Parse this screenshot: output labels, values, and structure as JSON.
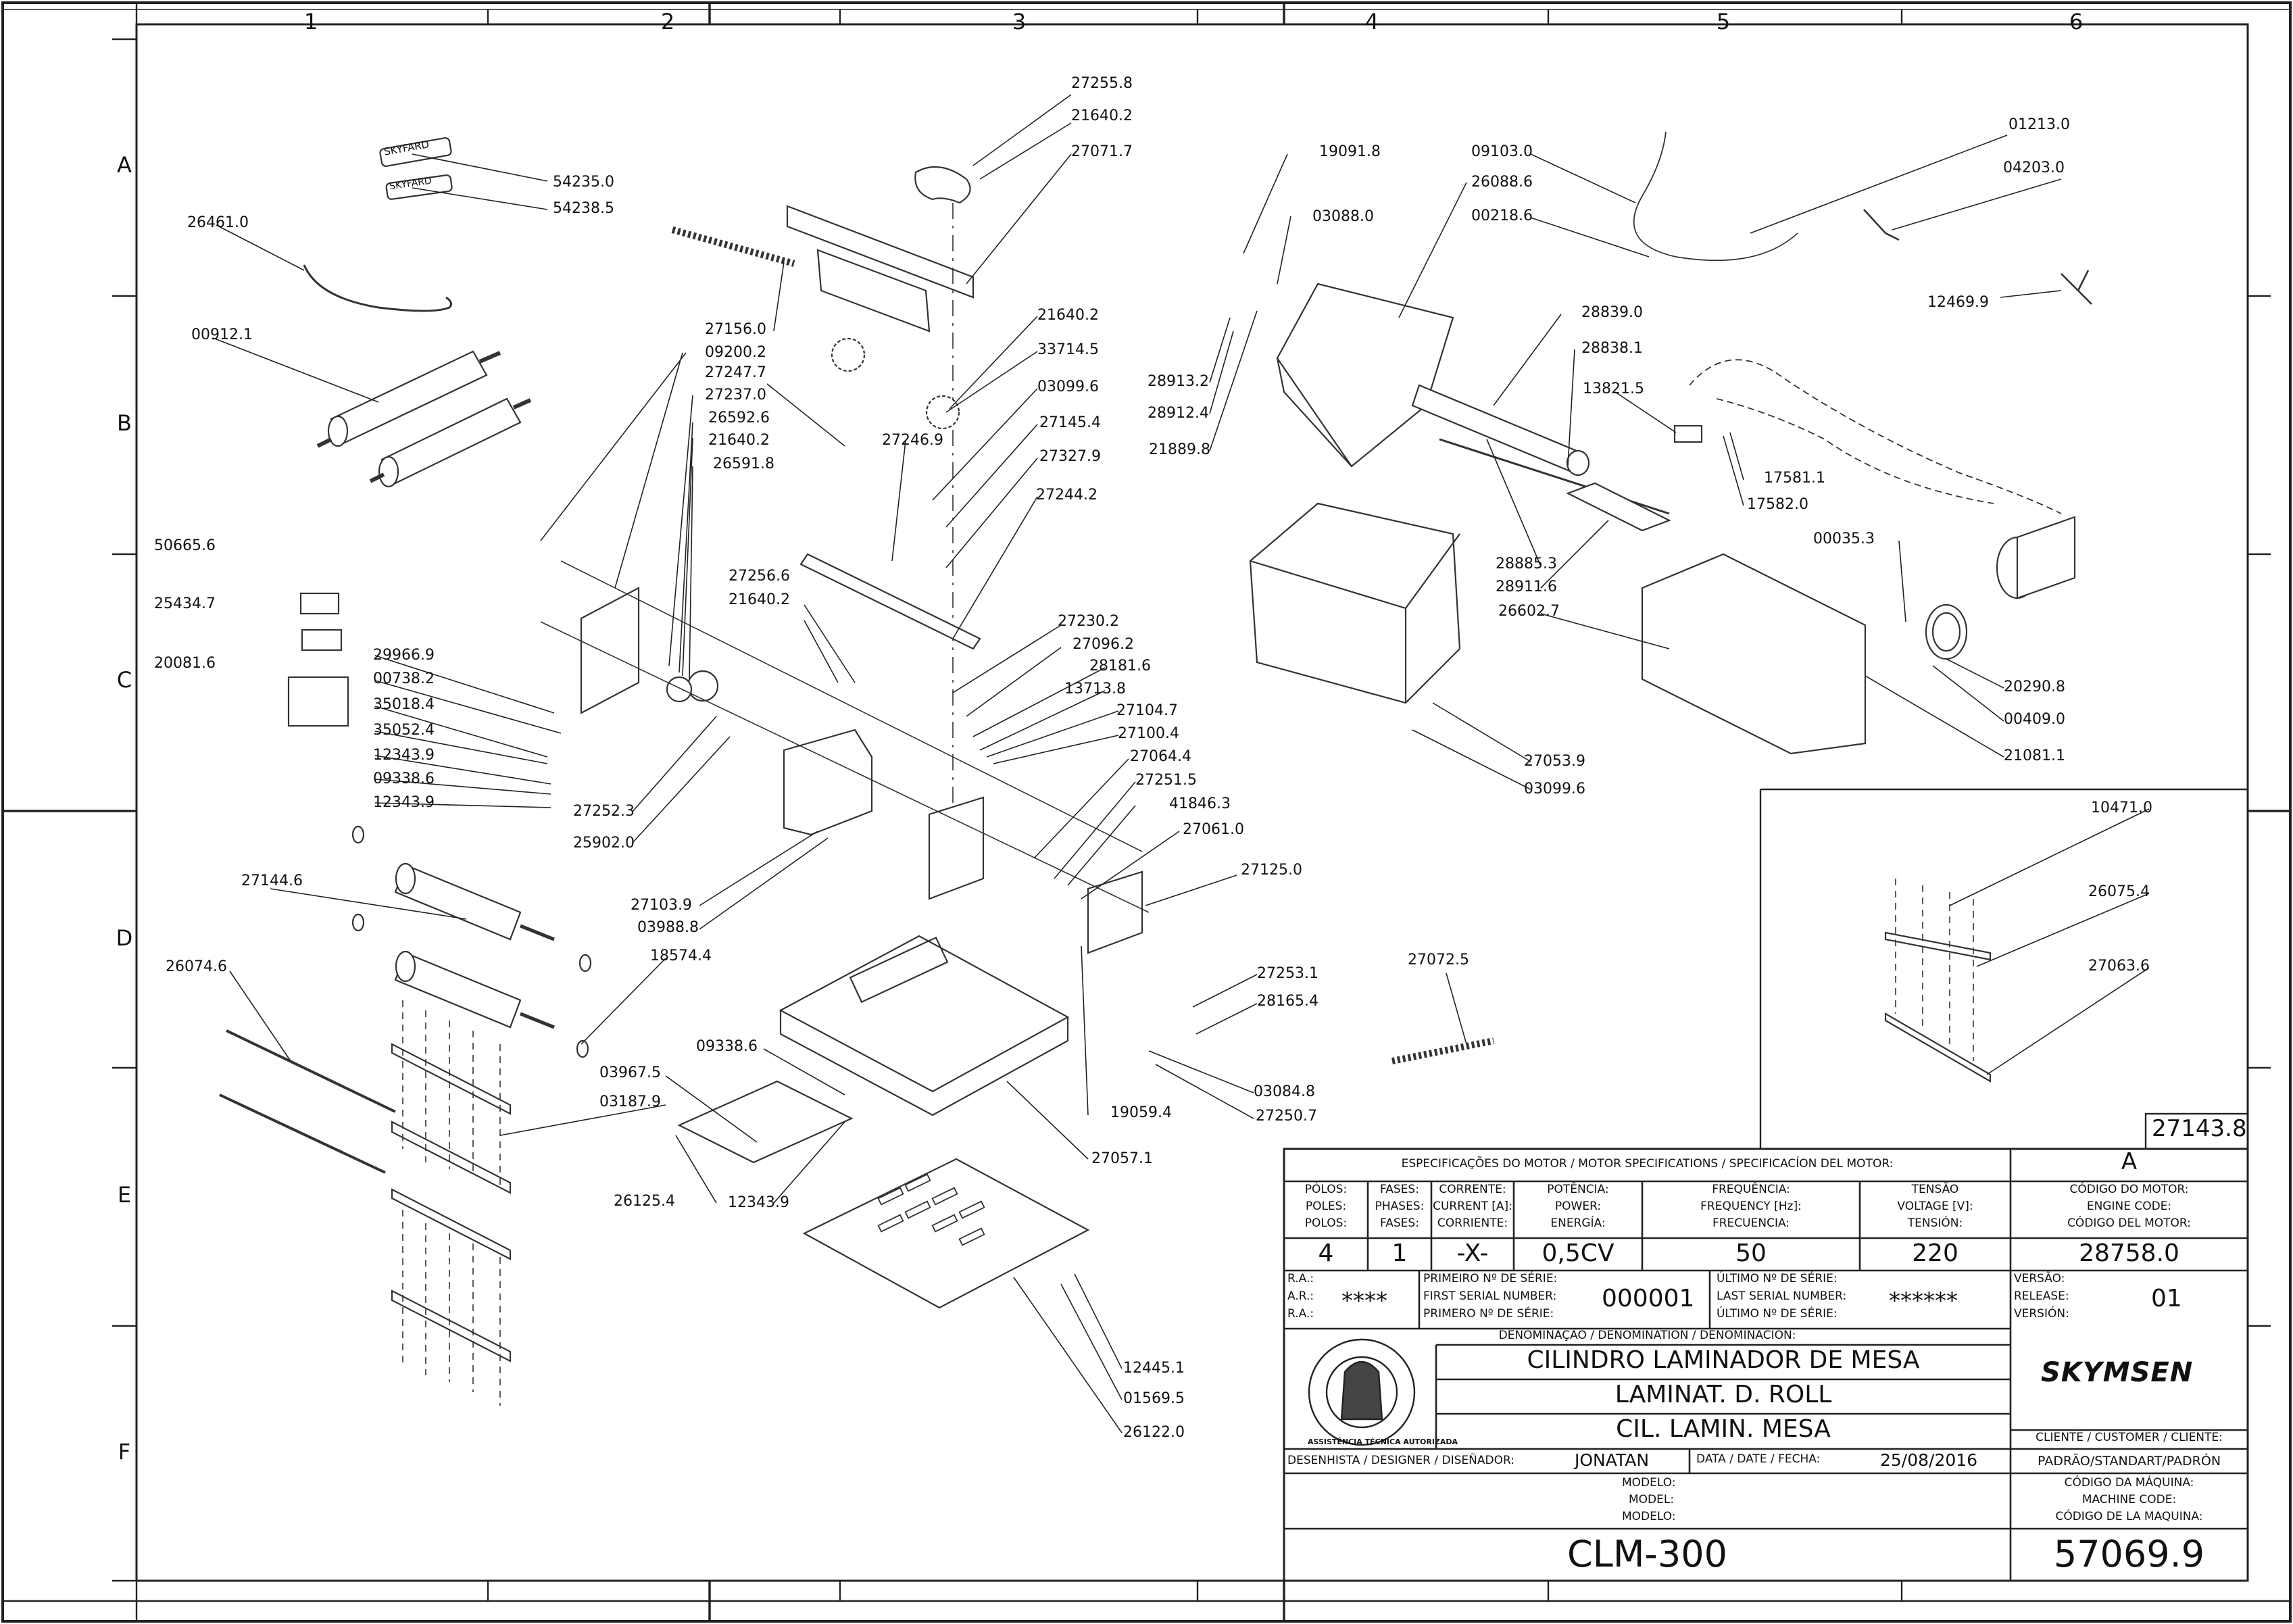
{
  "grid": {
    "columns": [
      "1",
      "2",
      "3",
      "4",
      "5",
      "6"
    ],
    "rows": [
      "A",
      "B",
      "C",
      "D",
      "E",
      "F"
    ]
  },
  "callouts": [
    {
      "label": "27255.8"
    },
    {
      "label": "21640.2"
    },
    {
      "label": "27071.7"
    },
    {
      "label": "54235.0"
    },
    {
      "label": "54238.5"
    },
    {
      "label": "26461.0"
    },
    {
      "label": "00912.1"
    },
    {
      "label": "27156.0"
    },
    {
      "label": "09200.2"
    },
    {
      "label": "27247.7"
    },
    {
      "label": "27237.0"
    },
    {
      "label": "26592.6"
    },
    {
      "label": "21640.2"
    },
    {
      "label": "26591.8"
    },
    {
      "label": "21640.2"
    },
    {
      "label": "33714.5"
    },
    {
      "label": "03099.6"
    },
    {
      "label": "27246.9"
    },
    {
      "label": "27145.4"
    },
    {
      "label": "27327.9"
    },
    {
      "label": "27244.2"
    },
    {
      "label": "50665.6"
    },
    {
      "label": "25434.7"
    },
    {
      "label": "20081.6"
    },
    {
      "label": "27256.6"
    },
    {
      "label": "21640.2"
    },
    {
      "label": "27230.2"
    },
    {
      "label": "27096.2"
    },
    {
      "label": "28181.6"
    },
    {
      "label": "13713.8"
    },
    {
      "label": "27104.7"
    },
    {
      "label": "27100.4"
    },
    {
      "label": "27064.4"
    },
    {
      "label": "27251.5"
    },
    {
      "label": "41846.3"
    },
    {
      "label": "27061.0"
    },
    {
      "label": "29966.9"
    },
    {
      "label": "00738.2"
    },
    {
      "label": "35018.4"
    },
    {
      "label": "35052.4"
    },
    {
      "label": "12343.9"
    },
    {
      "label": "09338.6"
    },
    {
      "label": "12343.9"
    },
    {
      "label": "27252.3"
    },
    {
      "label": "25902.0"
    },
    {
      "label": "27103.9"
    },
    {
      "label": "03988.8"
    },
    {
      "label": "18574.4"
    },
    {
      "label": "27144.6"
    },
    {
      "label": "26074.6"
    },
    {
      "label": "27125.0"
    },
    {
      "label": "27253.1"
    },
    {
      "label": "28165.4"
    },
    {
      "label": "09338.6"
    },
    {
      "label": "03967.5"
    },
    {
      "label": "03187.9"
    },
    {
      "label": "03084.8"
    },
    {
      "label": "27250.7"
    },
    {
      "label": "19059.4"
    },
    {
      "label": "27057.1"
    },
    {
      "label": "26125.4"
    },
    {
      "label": "12343.9"
    },
    {
      "label": "12445.1"
    },
    {
      "label": "01569.5"
    },
    {
      "label": "26122.0"
    },
    {
      "label": "19091.8"
    },
    {
      "label": "03088.0"
    },
    {
      "label": "09103.0"
    },
    {
      "label": "26088.6"
    },
    {
      "label": "00218.6"
    },
    {
      "label": "01213.0"
    },
    {
      "label": "04203.0"
    },
    {
      "label": "12469.9"
    },
    {
      "label": "28839.0"
    },
    {
      "label": "28838.1"
    },
    {
      "label": "13821.5"
    },
    {
      "label": "28913.2"
    },
    {
      "label": "28912.4"
    },
    {
      "label": "21889.8"
    },
    {
      "label": "17581.1"
    },
    {
      "label": "17582.0"
    },
    {
      "label": "00035.3"
    },
    {
      "label": "28885.3"
    },
    {
      "label": "28911.6"
    },
    {
      "label": "26602.7"
    },
    {
      "label": "20290.8"
    },
    {
      "label": "00409.0"
    },
    {
      "label": "21081.1"
    },
    {
      "label": "27053.9"
    },
    {
      "label": "03099.6"
    },
    {
      "label": "27072.5"
    },
    {
      "label": "10471.0"
    },
    {
      "label": "26075.4"
    },
    {
      "label": "27063.6"
    }
  ],
  "part_label_text": [
    "SKYFARD",
    "SKYFARD"
  ],
  "inset_code": "27143.8",
  "title_block": {
    "motor_header": "ESPECIFICAÇÕES DO MOTOR / MOTOR SPECIFICATIONS / SPECIFICACÍON DEL MOTOR:",
    "version_letter": "A",
    "motor_columns": [
      {
        "l1": "PÓLOS:",
        "l2": "POLES:",
        "l3": "POLOS:",
        "value": "4"
      },
      {
        "l1": "FASES:",
        "l2": "PHASES:",
        "l3": "FASES:",
        "value": "1"
      },
      {
        "l1": "CORRENTE:",
        "l2": "CURRENT [A]:",
        "l3": "CORRIENTE:",
        "value": "-X-"
      },
      {
        "l1": "POTÊNCIA:",
        "l2": "POWER:",
        "l3": "ENERGÍA:",
        "value": "0,5CV"
      },
      {
        "l1": "FREQUÊNCIA:",
        "l2": "FREQUENCY [Hz]:",
        "l3": "FRECUENCIA:",
        "value": "50"
      },
      {
        "l1": "TENSÃO",
        "l2": "VOLTAGE [V]:",
        "l3": "TENSIÓN:",
        "value": "220"
      }
    ],
    "motor_code_label": [
      "CÓDIGO DO MOTOR:",
      "ENGINE CODE:",
      "CÓDIGO DEL MOTOR:"
    ],
    "motor_code": "28758.0",
    "ra_label": [
      "R.A.:",
      "A.R.:",
      "R.A.:"
    ],
    "ra_value": "****",
    "first_serial_label": [
      "PRIMEIRO Nº DE SÉRIE:",
      "FIRST SERIAL NUMBER:",
      "PRIMERO Nº DE SÉRIE:"
    ],
    "first_serial": "000001",
    "last_serial_label": [
      "ÚLTIMO Nº DE SÉRIE:",
      "LAST SERIAL NUMBER:",
      "ÚLTIMO Nº DE SÉRIE:"
    ],
    "last_serial": "******",
    "version_label": [
      "VERSÃO:",
      "RELEASE:",
      "VERSIÓN:"
    ],
    "version": "01",
    "denomination_label": "DENOMINAÇÃO / DENOMINATION / DENOMINACIÓN:",
    "names": [
      "CILINDRO LAMINADOR DE MESA",
      "LAMINAT. D. ROLL",
      "CIL. LAMIN. MESA"
    ],
    "seal_text": "ASSISTÊNCIA TÉCNICA AUTORIZADA",
    "brand": "SKYMSEN",
    "client_label": "CLIENTE / CUSTOMER / CLIENTE:",
    "client_value": "PADRÃO/STANDART/PADRÓN",
    "designer_label": "DESENHISTA / DESIGNER / DISEÑADOR:",
    "designer": "JONATAN",
    "date_label": "DATA / DATE / FECHA:",
    "date": "25/08/2016",
    "model_label": [
      "MODELO:",
      "MODEL:",
      "MODELO:"
    ],
    "machine_code_label": [
      "CÓDIGO DA MÁQUINA:",
      "MACHINE CODE:",
      "CÓDIGO DE LA MAQUINA:"
    ],
    "model": "CLM-300",
    "machine_code": "57069.9"
  }
}
